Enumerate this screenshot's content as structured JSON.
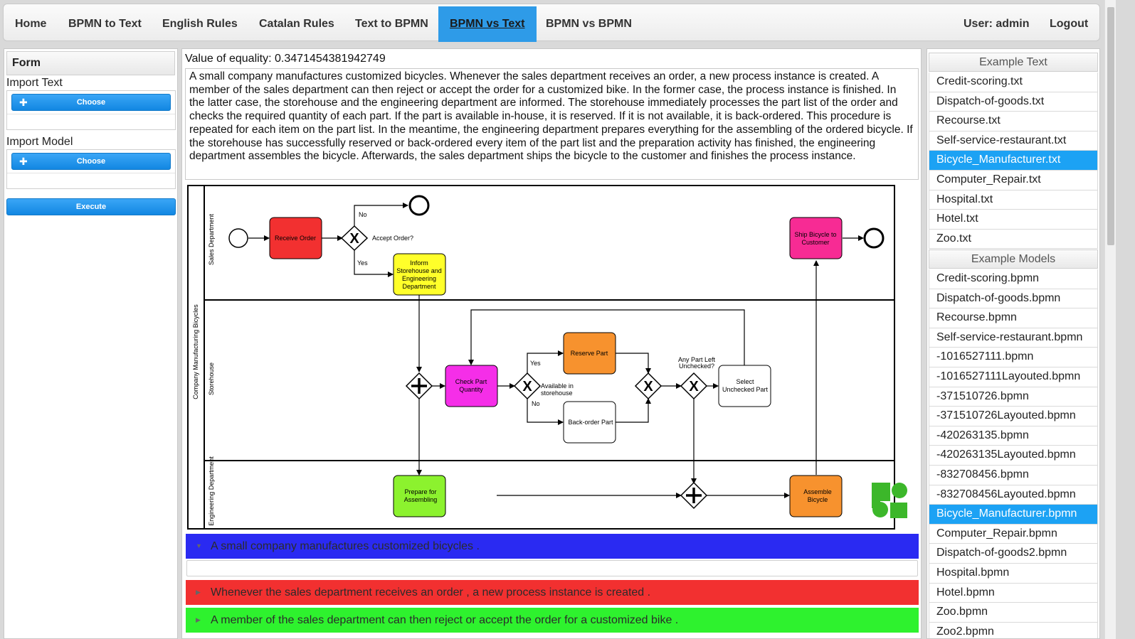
{
  "nav": {
    "items": [
      "Home",
      "BPMN to Text",
      "English Rules",
      "Catalan Rules",
      "Text to BPMN",
      "BPMN vs Text",
      "BPMN vs BPMN"
    ],
    "user": "User: admin",
    "logout": "Logout"
  },
  "form": {
    "title": "Form",
    "import_text": "Import Text",
    "import_model": "Import Model",
    "choose": "Choose",
    "execute": "Execute"
  },
  "main": {
    "equality": "Value of equality: 0.3471454381942749",
    "text": "A small company manufactures customized bicycles. Whenever the sales department receives an order, a new process instance is created. A member of the sales department can then reject or accept the order for a customized bike. In the former case, the process instance is finished. In the latter case, the storehouse and the engineering department are informed. The storehouse immediately processes the part list of the order and checks the required quantity of each part. If the part is available in-house, it is reserved. If it is not available, it is back-ordered. This procedure is repeated for each item on the part list. In the meantime, the engineering department prepares everything for the assembling of the ordered bicycle. If the storehouse has successfully reserved or back-ordered every item of the part list and the preparation activity has finished, the engineering department assembles the bicycle. Afterwards, the sales department ships the bicycle to the customer and finishes the process instance.",
    "sentences": [
      {
        "text": "A small company manufactures customized bicycles .",
        "color": "#2a2af2"
      },
      {
        "text": "Whenever the sales department receives an order , a new process instance is created .",
        "color": "#f23030"
      },
      {
        "text": "A member of the sales department can then reject or accept the order for a customized bike .",
        "color": "#2ef22e"
      }
    ]
  },
  "diagram": {
    "pool": "Company Manufacturing Bicycles",
    "lanes": [
      "Sales Department",
      "Storehouse",
      "Engineering Department"
    ],
    "tasks": {
      "receive_order": "Receive Order",
      "inform": [
        "Inform",
        "Storehouse and",
        "Engineering",
        "Department"
      ],
      "ship": [
        "Ship Bicycle to",
        "Customer"
      ],
      "check": [
        "Check Part",
        "Quantity"
      ],
      "reserve": "Reserve Part",
      "backorder": "Back-order Part",
      "select": [
        "Select",
        "Unchecked Part"
      ],
      "prepare": [
        "Prepare for",
        "Assembling"
      ],
      "assemble": [
        "Assemble",
        "Bicycle"
      ]
    },
    "labels": {
      "accept": "Accept Order?",
      "no": "No",
      "yes": "Yes",
      "available": [
        "Available in",
        "storehouse"
      ],
      "yes2": "Yes",
      "no2": "No",
      "any_left": [
        "Any Part Left",
        "Unchecked?"
      ]
    },
    "colors": {
      "receive_order": "#f23030",
      "inform": "#ffff2a",
      "ship": "#f72b94",
      "check": "#f52ee8",
      "reserve": "#f7922e",
      "backorder": "#ffffff",
      "select": "#ffffff",
      "prepare": "#8cf22e",
      "assemble": "#f7922e",
      "logo": "#3cb72a"
    }
  },
  "examples": {
    "text_header": "Example Text",
    "texts": [
      "Credit-scoring.txt",
      "Dispatch-of-goods.txt",
      "Recourse.txt",
      "Self-service-restaurant.txt",
      "Bicycle_Manufacturer.txt",
      "Computer_Repair.txt",
      "Hospital.txt",
      "Hotel.txt",
      "Zoo.txt"
    ],
    "selected_text": 4,
    "model_header": "Example Models",
    "models": [
      "Credit-scoring.bpmn",
      "Dispatch-of-goods.bpmn",
      "Recourse.bpmn",
      "Self-service-restaurant.bpmn",
      "-1016527111.bpmn",
      "-1016527111Layouted.bpmn",
      "-371510726.bpmn",
      "-371510726Layouted.bpmn",
      "-420263135.bpmn",
      "-420263135Layouted.bpmn",
      "-832708456.bpmn",
      "-832708456Layouted.bpmn",
      "Bicycle_Manufacturer.bpmn",
      "Computer_Repair.bpmn",
      "Dispatch-of-goods2.bpmn",
      "Hospital.bpmn",
      "Hotel.bpmn",
      "Zoo.bpmn",
      "Zoo2.bpmn"
    ],
    "selected_model": 12
  }
}
